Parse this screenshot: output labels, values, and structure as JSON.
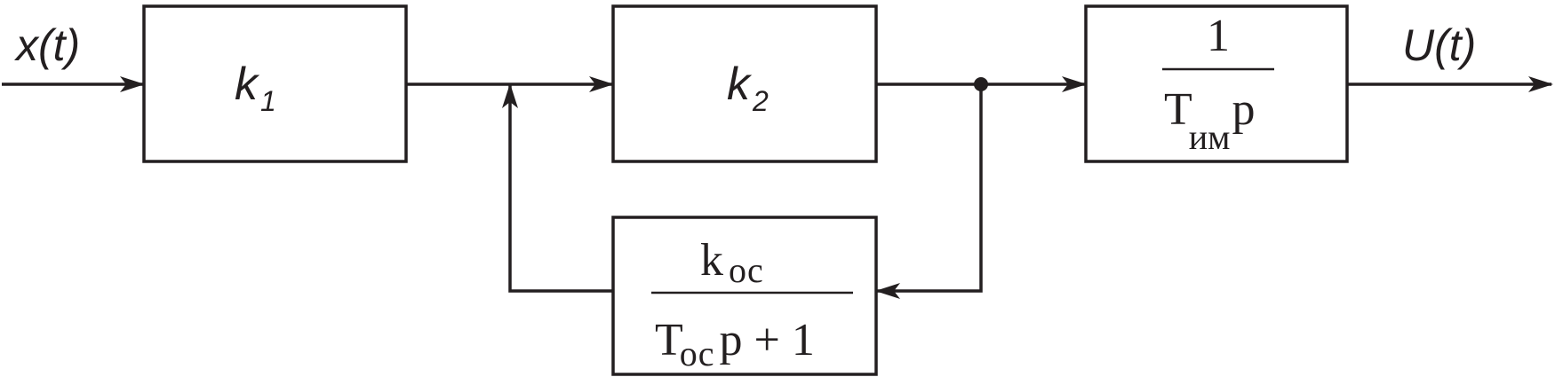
{
  "signals": {
    "input": "x(t)",
    "output": "U(t)"
  },
  "blocks": {
    "k1": {
      "symbol": "k",
      "subscript": "1"
    },
    "k2": {
      "symbol": "k",
      "subscript": "2"
    },
    "integrator": {
      "numerator": "1",
      "den_symbol": "T",
      "den_subscript": "им",
      "den_operator": "p"
    },
    "feedback": {
      "num_symbol": "k",
      "num_subscript": "ос",
      "den_symbol": "T",
      "den_subscript": "ос",
      "den_operator": "p + 1"
    }
  },
  "colors": {
    "line": "#231f20",
    "background": "#ffffff"
  }
}
